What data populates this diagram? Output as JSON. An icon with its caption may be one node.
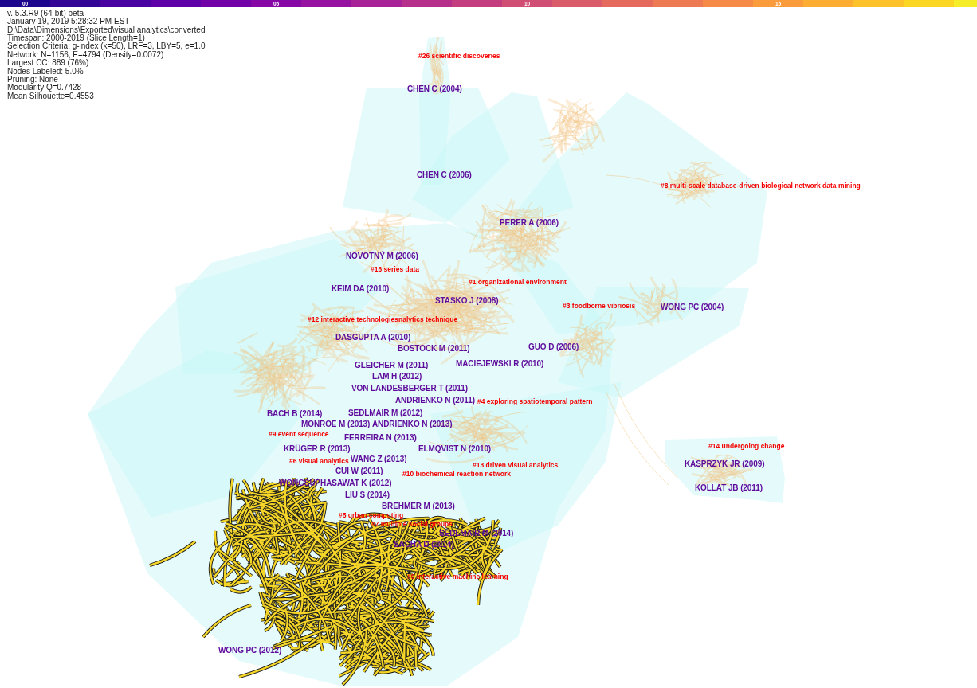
{
  "diagram": {
    "labels": [
      "00",
      "05",
      "10",
      "15",
      "v. 5.3.R9 (64-bit) beta",
      "January 19, 2019 5:28:32 PM EST",
      "D:\\Data\\Dimensions\\Exported\\visual analytics\\converted",
      "Timespan: 2000-2019 (Slice Length=1)",
      "Selection Criteria: g-index (k=50), LRF=3, LBY=5, e=1.0",
      "Network: N=1156, E=4794 (Density=0.0072)",
      "Largest CC: 889 (76%)",
      "Nodes Labeled: 5.0%",
      "Pruning: None",
      "Modularity Q=0.7428",
      "Mean Silhouette=0.4553",
      "#26 scientific discoveries",
      "CHEN C (2004)",
      "CHEN C (2006)",
      "#8 multi-scale database-driven biological network data mining",
      "PERER A (2006)",
      "NOVOTNÝ M (2006)",
      "#16 series data",
      "#1 organizational environment",
      "KEIM DA (2010)",
      "STASKO J (2008)",
      "#3 foodborne vibriosis",
      "WONG PC (2004)",
      "#12 interactive technologies",
      "nalytics technique",
      "DASGUPTA A (2010)",
      "BOSTOCK M (2011)",
      "GUO D (2006)",
      "GLEICHER M (2011)",
      "MACIEJEWSKI R (2010)",
      "LAM H (2012)",
      "VON LANDESBERGER T (2011)",
      "ANDRIENKO N (2011)",
      "#4 exploring spatiotemporal pattern",
      "BACH B (2014)",
      "SEDLMAIR M (2012)",
      "MONROE M (2013)",
      "ANDRIENKO N (2013)",
      "#9 event sequence",
      "FERREIRA N (2013)",
      "KRÜGER R (2013)",
      "ELMQVIST N (2010)",
      "#14 undergoing change",
      "#6 visual analytics",
      "WANG Z (2013)",
      "#13 driven visual analytics",
      "KASPRZYK JR (2009)",
      "CUI W (2011)",
      "#10 biochemical reaction network",
      "WONGSUPHASAWAT K (2012)",
      "KOLLAT JB (2011)",
      "LIU S (2014)",
      "BREHMER M (2013)",
      "#5 urban computing",
      "#7 multiple social groups",
      "SEDLMAIR M (2014)",
      "SACHA D (2014)",
      "#0 interactive machine learning",
      "WONG PC (2012)"
    ]
  }
}
